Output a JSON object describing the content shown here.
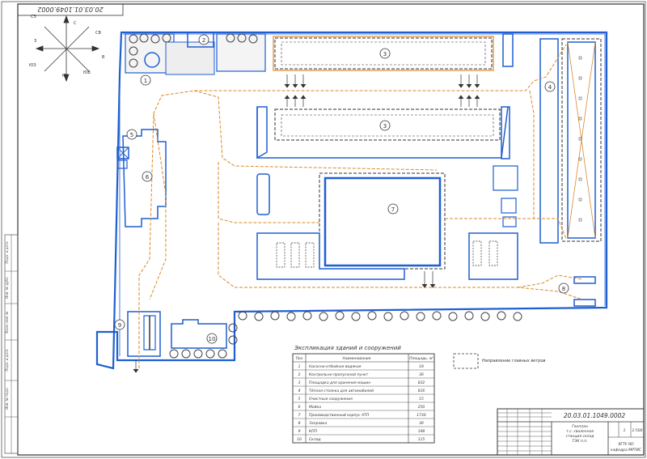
{
  "drawing": {
    "code": "20.03.01.1049.0002",
    "code_rot": "20.03.01.1049.0002",
    "scale": "1:500",
    "sheet": "1",
    "title_lines": [
      "Генплан",
      "т.с. свалочная",
      "станция склад",
      "ТЭК п.п."
    ],
    "org_lines": [
      "ЯГТУ ЯО",
      "кафедра МРТИС"
    ]
  },
  "legend": {
    "title": "Экспликация зданий и сооружений",
    "col_num": "Поз",
    "col_name": "Наименование",
    "col_area": "Площадь, м²",
    "rows": [
      {
        "n": "1",
        "name": "Насосно-отбойная водяная",
        "area": "18"
      },
      {
        "n": "2",
        "name": "Контрольно-пропускной пункт",
        "area": "36"
      },
      {
        "n": "3",
        "name": "Площадка для хранения машин",
        "area": "832"
      },
      {
        "n": "4",
        "name": "Тёплая стоянка для автомобилей",
        "area": "816"
      },
      {
        "n": "5",
        "name": "Очистные сооружения",
        "area": "15"
      },
      {
        "n": "6",
        "name": "Мойка",
        "area": "250"
      },
      {
        "n": "7",
        "name": "Производственный корпус АТП",
        "area": "1730"
      },
      {
        "n": "8",
        "name": "Заправка",
        "area": "36"
      },
      {
        "n": "9",
        "name": "КПП",
        "area": "198"
      },
      {
        "n": "10",
        "name": "Склад",
        "area": "115"
      }
    ]
  },
  "note": "Направление главных ветров",
  "compass": [
    "С",
    "СВ",
    "В",
    "ЮВ",
    "Ю",
    "ЮЗ",
    "З",
    "СЗ"
  ],
  "labels": [
    "1",
    "2",
    "3",
    "3",
    "4",
    "5",
    "6",
    "7",
    "8",
    "9",
    "10"
  ],
  "side_stamps": [
    "Подп. и дата",
    "Инв. № дубл.",
    "Взам. инв. №",
    "Подп. и дата",
    "Инв. № подл."
  ],
  "colors": {
    "outline": "#1f5fd1",
    "route": "#d98a2a",
    "dark": "#333333",
    "tree": "#444"
  }
}
